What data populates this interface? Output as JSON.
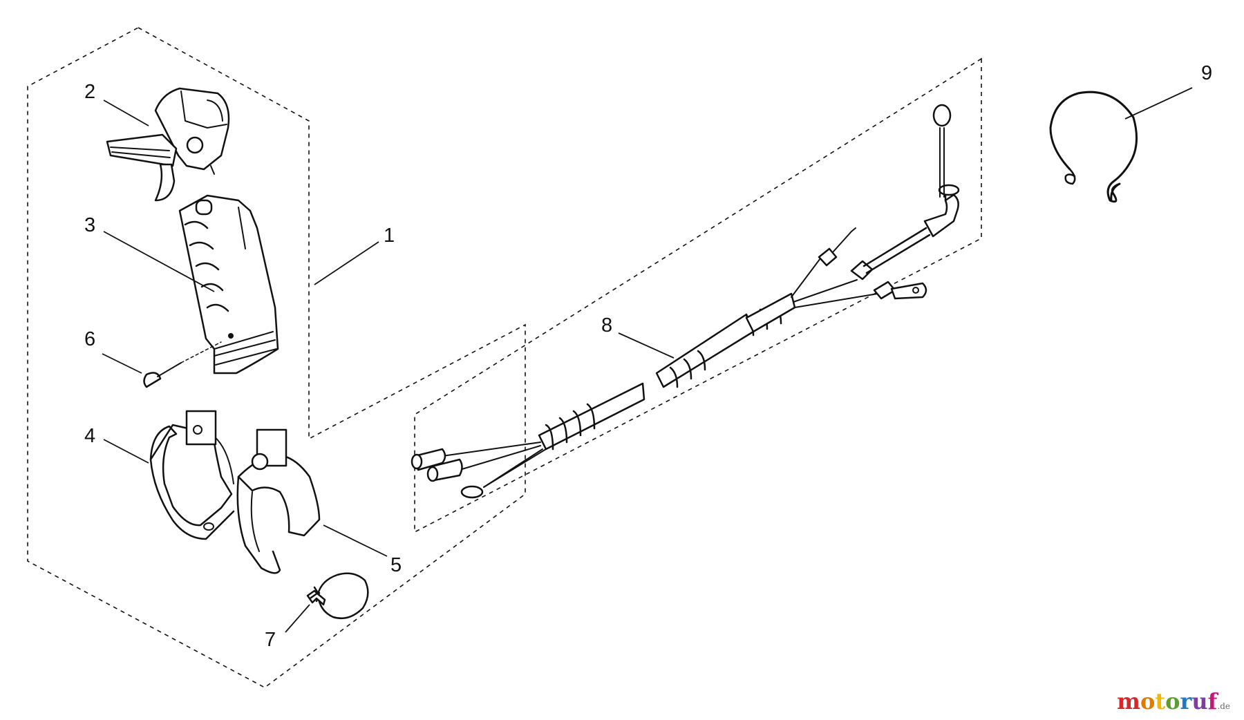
{
  "callouts": [
    "1",
    "2",
    "3",
    "4",
    "5",
    "6",
    "7",
    "8",
    "9"
  ],
  "watermark": {
    "letters": [
      "m",
      "o",
      "t",
      "o",
      "r",
      "u",
      "f"
    ],
    "suffix": ".de",
    "colors": [
      "#d62828",
      "#e07b00",
      "#f2b705",
      "#5a9e2f",
      "#1f7bc1",
      "#7b3fa0",
      "#c2187a"
    ]
  }
}
